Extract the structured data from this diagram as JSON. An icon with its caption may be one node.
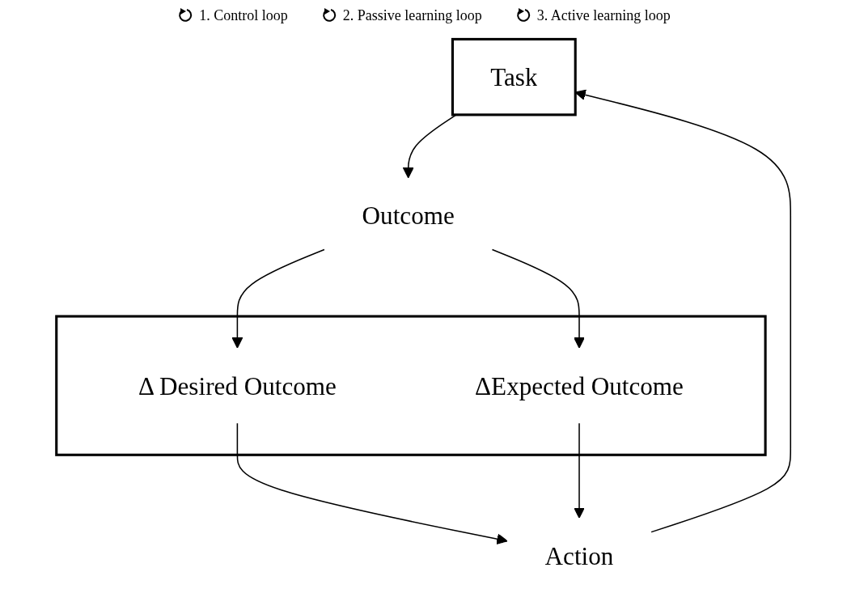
{
  "diagram": {
    "nodes": [
      {
        "text": [
          "Task"
        ]
      },
      {
        "text": [
          "Action"
        ]
      },
      {
        "text": [
          "Outcome"
        ]
      },
      {
        "text": [],
        "shape": "box"
      },
      {
        "text": [
          "Δ Desired Outcome"
        ],
        "in": 3
      },
      {
        "text": [
          "ΔExpected Outcome"
        ],
        "in": 3
      }
    ],
    "edges": [
      {
        "from": 1,
        "to": 0,
        "arrow": "to"
      },
      {
        "from": 0,
        "to": 2,
        "arrow": "to"
      },
      {
        "from": 2,
        "to": 4,
        "arrow": "to"
      },
      {
        "from": 2,
        "to": 5,
        "arrow": "to"
      },
      {
        "from": 4,
        "to": 1,
        "arrow": "to"
      },
      {
        "from": 5,
        "to": 1,
        "arrow": "to"
      }
    ],
    "labels": [
      "1. Control loop",
      "2. Passive learning loop",
      "3. Active learning loop"
    ]
  }
}
